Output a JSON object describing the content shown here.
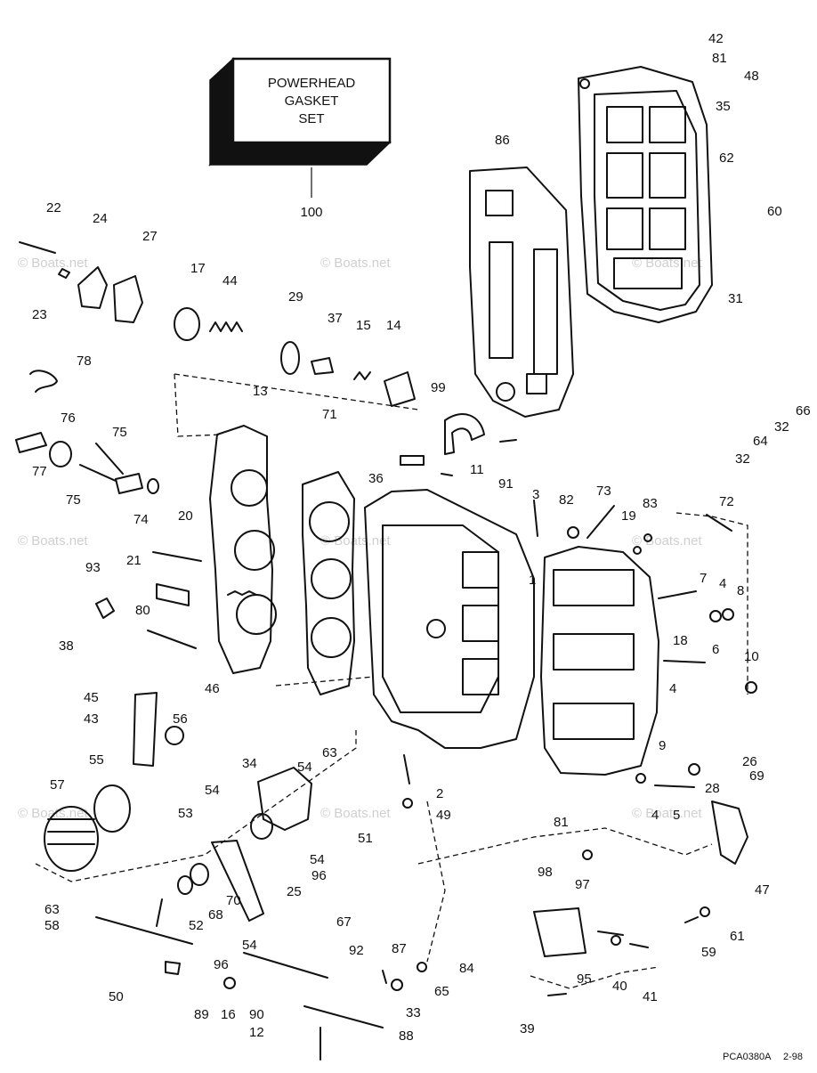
{
  "kit": {
    "line1": "POWERHEAD",
    "line2": "GASKET",
    "line3": "SET",
    "number": "100"
  },
  "footer": {
    "code": "PCA0380A",
    "date": "2-98"
  },
  "watermark": "© Boats.net",
  "callouts": [
    {
      "label": "42"
    },
    {
      "label": "81"
    },
    {
      "label": "48"
    },
    {
      "label": "35"
    },
    {
      "label": "62"
    },
    {
      "label": "60"
    },
    {
      "label": "31"
    },
    {
      "label": "86"
    },
    {
      "label": "22"
    },
    {
      "label": "24"
    },
    {
      "label": "27"
    },
    {
      "label": "17"
    },
    {
      "label": "44"
    },
    {
      "label": "29"
    },
    {
      "label": "23"
    },
    {
      "label": "37"
    },
    {
      "label": "15"
    },
    {
      "label": "14"
    },
    {
      "label": "78"
    },
    {
      "label": "99"
    },
    {
      "label": "13"
    },
    {
      "label": "71"
    },
    {
      "label": "76"
    },
    {
      "label": "75"
    },
    {
      "label": "77"
    },
    {
      "label": "75"
    },
    {
      "label": "74"
    },
    {
      "label": "36"
    },
    {
      "label": "11"
    },
    {
      "label": "91"
    },
    {
      "label": "66"
    },
    {
      "label": "32"
    },
    {
      "label": "64"
    },
    {
      "label": "32"
    },
    {
      "label": "3"
    },
    {
      "label": "82"
    },
    {
      "label": "73"
    },
    {
      "label": "19"
    },
    {
      "label": "83"
    },
    {
      "label": "72"
    },
    {
      "label": "20"
    },
    {
      "label": "93"
    },
    {
      "label": "21"
    },
    {
      "label": "1"
    },
    {
      "label": "7"
    },
    {
      "label": "4"
    },
    {
      "label": "8"
    },
    {
      "label": "80"
    },
    {
      "label": "38"
    },
    {
      "label": "18"
    },
    {
      "label": "6"
    },
    {
      "label": "46"
    },
    {
      "label": "10"
    },
    {
      "label": "4"
    },
    {
      "label": "45"
    },
    {
      "label": "43"
    },
    {
      "label": "56"
    },
    {
      "label": "63"
    },
    {
      "label": "54"
    },
    {
      "label": "34"
    },
    {
      "label": "55"
    },
    {
      "label": "9"
    },
    {
      "label": "26"
    },
    {
      "label": "69"
    },
    {
      "label": "57"
    },
    {
      "label": "54"
    },
    {
      "label": "28"
    },
    {
      "label": "2"
    },
    {
      "label": "53"
    },
    {
      "label": "49"
    },
    {
      "label": "4"
    },
    {
      "label": "5"
    },
    {
      "label": "51"
    },
    {
      "label": "81"
    },
    {
      "label": "54"
    },
    {
      "label": "96"
    },
    {
      "label": "47"
    },
    {
      "label": "25"
    },
    {
      "label": "98"
    },
    {
      "label": "97"
    },
    {
      "label": "63"
    },
    {
      "label": "68"
    },
    {
      "label": "70"
    },
    {
      "label": "58"
    },
    {
      "label": "52"
    },
    {
      "label": "54"
    },
    {
      "label": "67"
    },
    {
      "label": "61"
    },
    {
      "label": "59"
    },
    {
      "label": "92"
    },
    {
      "label": "87"
    },
    {
      "label": "96"
    },
    {
      "label": "84"
    },
    {
      "label": "95"
    },
    {
      "label": "65"
    },
    {
      "label": "40"
    },
    {
      "label": "41"
    },
    {
      "label": "50"
    },
    {
      "label": "89"
    },
    {
      "label": "16"
    },
    {
      "label": "90"
    },
    {
      "label": "33"
    },
    {
      "label": "12"
    },
    {
      "label": "39"
    },
    {
      "label": "88"
    }
  ]
}
